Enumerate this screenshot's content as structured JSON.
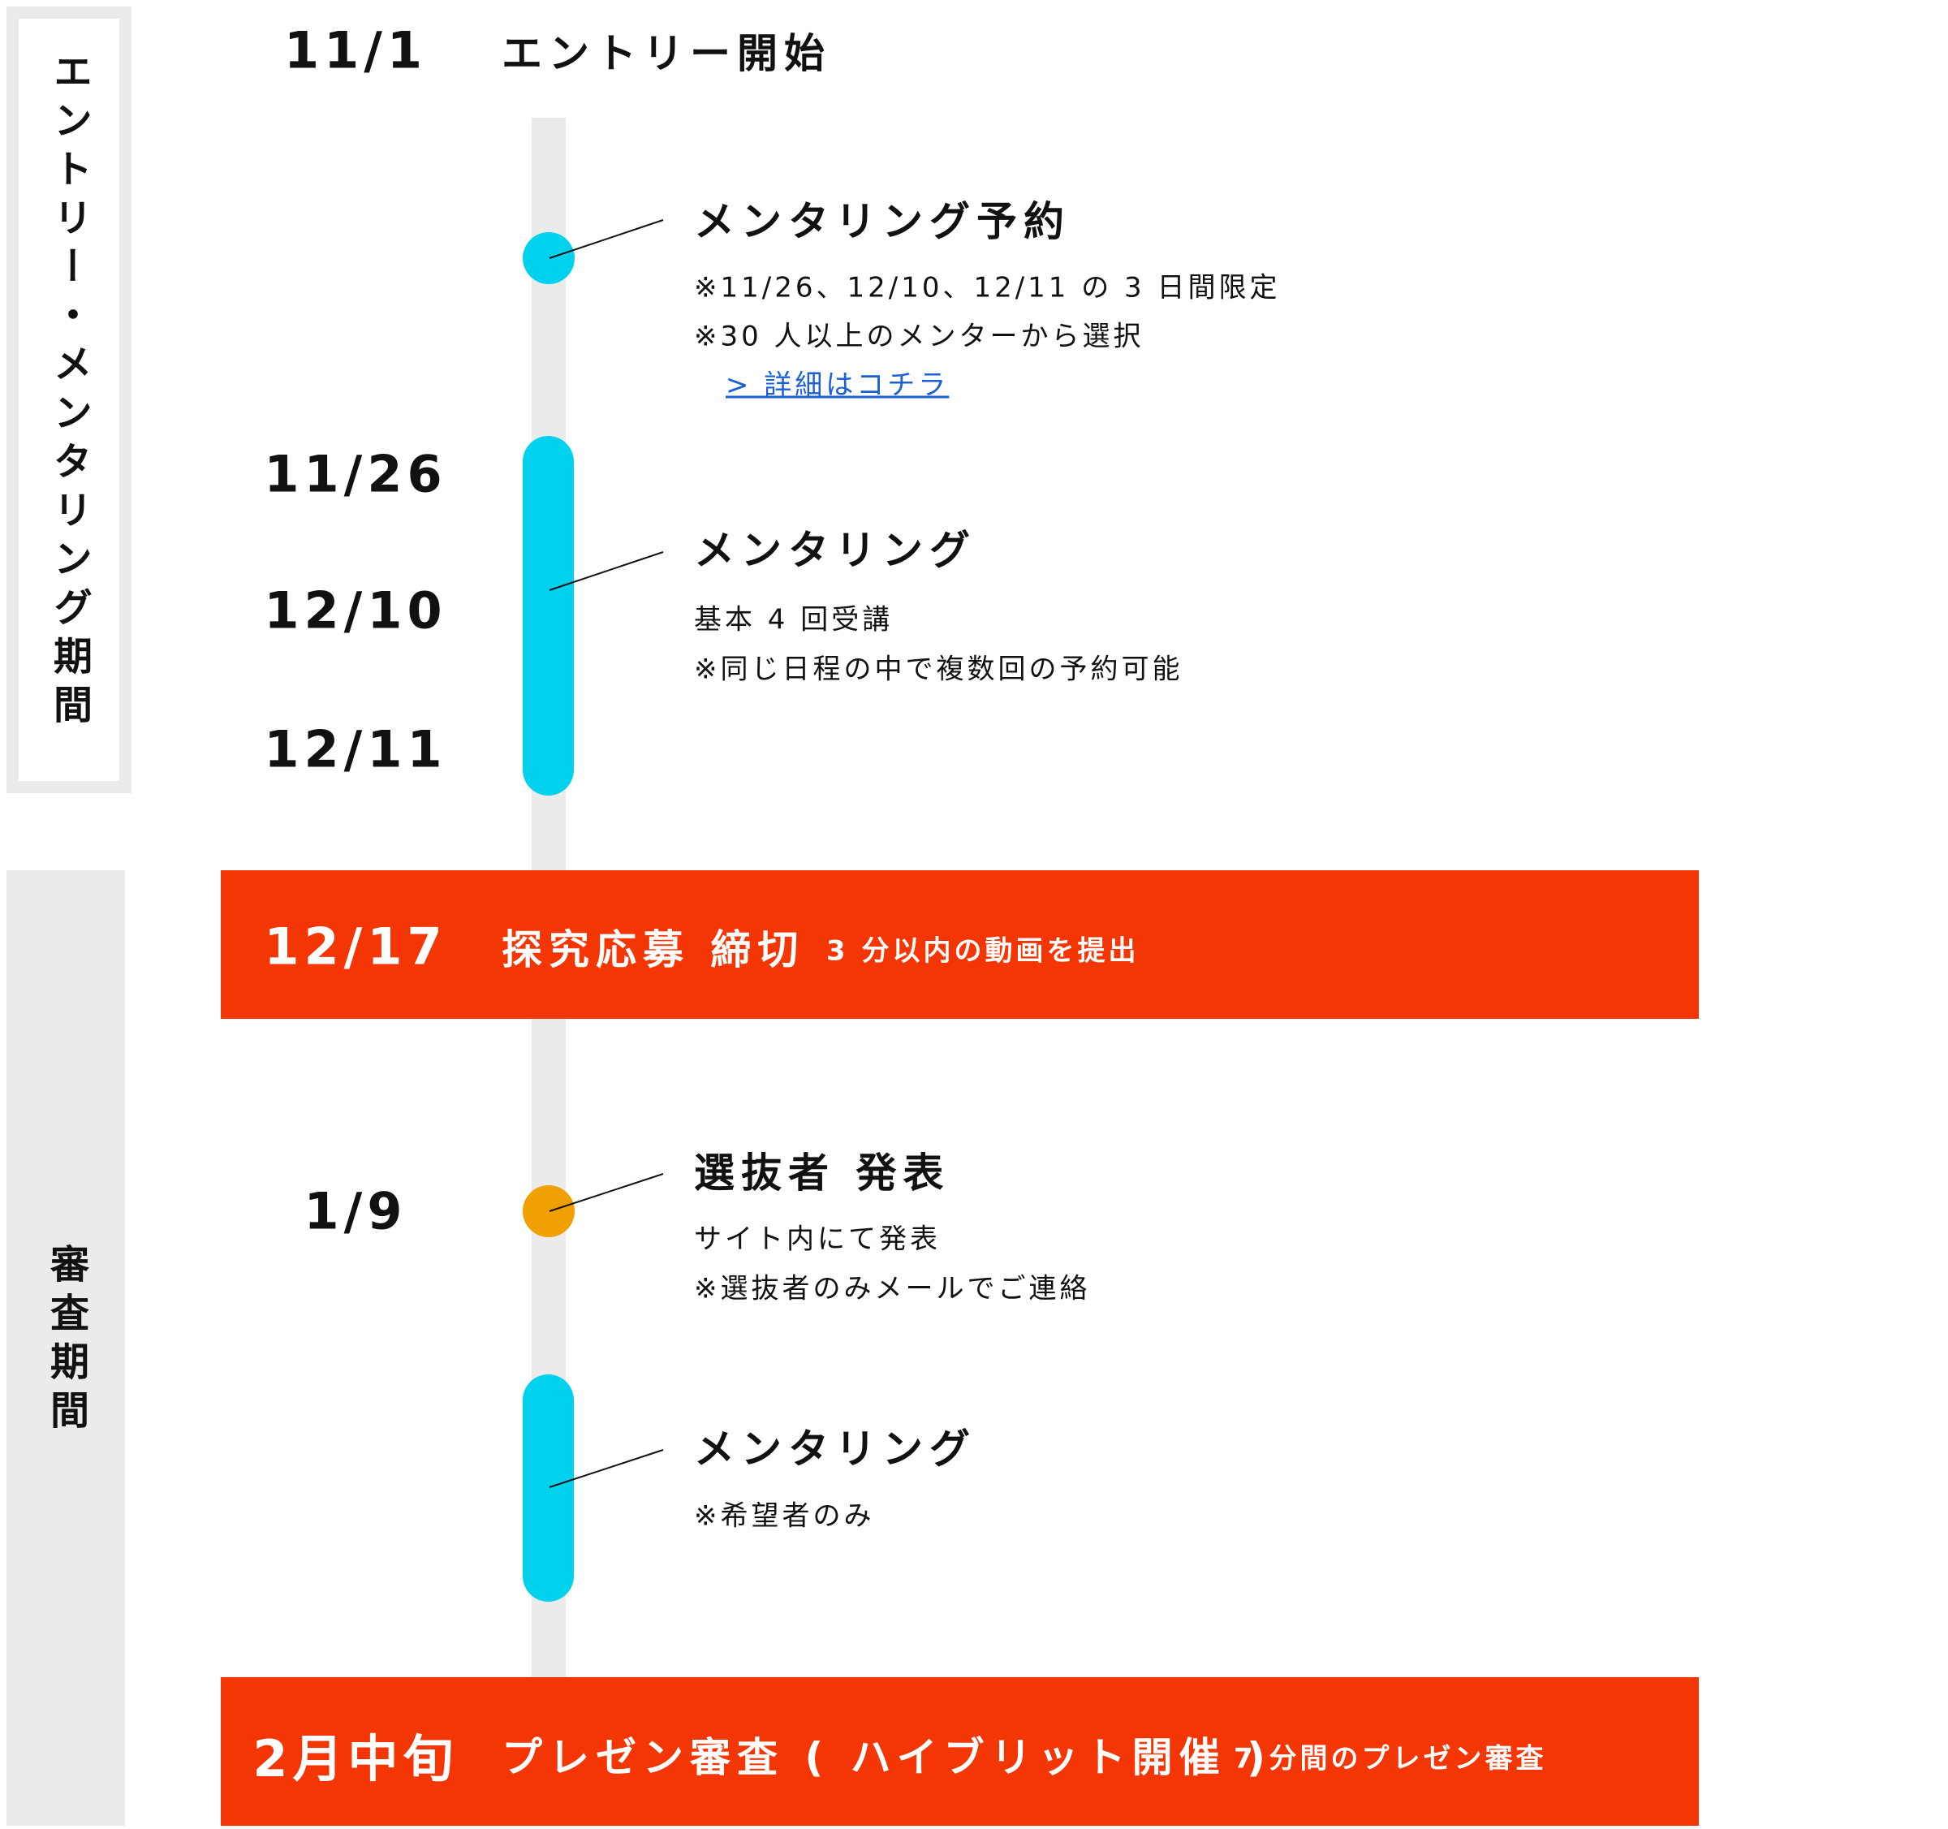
{
  "colors": {
    "cyan": "#00d2ee",
    "band": "#f43504",
    "dot_orange": "#f0a000",
    "gray": "#ebebeb",
    "link": "#1a5fd6"
  },
  "periods": {
    "entry": "エントリー・メンタリング期間",
    "review": "審査期間"
  },
  "entry_start": {
    "date": "11/1",
    "title": "エントリー開始"
  },
  "reservation": {
    "title": "メンタリング予約",
    "notes": [
      "※11/26、12/10、12/11 の 3 日間限定",
      "※30 人以上のメンターから選択"
    ],
    "link": "> 詳細はコチラ"
  },
  "mentoring1": {
    "dates": [
      "11/26",
      "12/10",
      "12/11"
    ],
    "title": "メンタリング",
    "notes": [
      "基本 4 回受講",
      "※同じ日程の中で複数回の予約可能"
    ]
  },
  "deadline": {
    "date": "12/17",
    "title": "探究応募 締切",
    "note": "3 分以内の動画を提出"
  },
  "announcement": {
    "date": "1/9",
    "title": "選抜者 発表",
    "notes": [
      "サイト内にて発表",
      "※選抜者のみメールでご連絡"
    ]
  },
  "mentoring2": {
    "title": "メンタリング",
    "notes": [
      "※希望者のみ"
    ]
  },
  "presentation": {
    "date": "2月中旬",
    "title": "プレゼン審査 ( ハイブリット開催 )",
    "note": "7 分間のプレゼン審査"
  }
}
